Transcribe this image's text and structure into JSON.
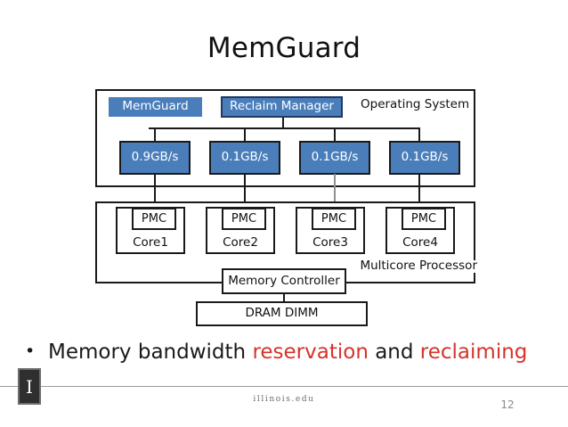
{
  "slide": {
    "title": "MemGuard",
    "page_number": "12"
  },
  "diagram": {
    "os_container": {
      "memguard_label": "MemGuard",
      "reclaim_manager_label": "Reclaim Manager",
      "os_label": "Operating System",
      "bandwidth_boxes": [
        {
          "label": "0.9GB/s"
        },
        {
          "label": "0.1GB/s"
        },
        {
          "label": "0.1GB/s"
        },
        {
          "label": "0.1GB/s"
        }
      ]
    },
    "processor_container": {
      "label": "Multicore Processor",
      "cores": [
        {
          "pmc": "PMC",
          "name": "Core1"
        },
        {
          "pmc": "PMC",
          "name": "Core2"
        },
        {
          "pmc": "PMC",
          "name": "Core3"
        },
        {
          "pmc": "PMC",
          "name": "Core4"
        }
      ]
    },
    "memory_controller": "Memory Controller",
    "dram": "DRAM DIMM"
  },
  "bullet": {
    "bullet_glyph": "•",
    "part1": "Memory bandwidth ",
    "highlight1": "reservation",
    "part2": " and ",
    "highlight2": "reclaiming"
  },
  "footer": {
    "logo_letter": "I",
    "url": "illinois.edu"
  },
  "colors": {
    "blue_fill": "#4a7ebb",
    "blue_border": "#1f3864",
    "accent_red": "#d6332c",
    "line": "#1a1a1a"
  }
}
